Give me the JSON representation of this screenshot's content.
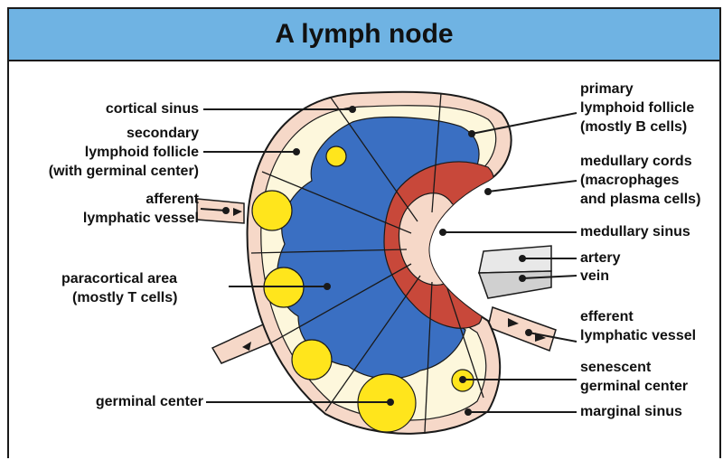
{
  "title": "A lymph node",
  "labels": {
    "cortical_sinus": "cortical sinus",
    "secondary_follicle": [
      "secondary",
      "lymphoid follicle",
      "(with germinal center)"
    ],
    "afferent_vessel": [
      "afferent",
      "lymphatic vessel"
    ],
    "paracortical_area": [
      "paracortical area",
      "(mostly T cells)"
    ],
    "germinal_center": "germinal center",
    "primary_follicle": [
      "primary",
      "lymphoid follicle",
      "(mostly B cells)"
    ],
    "medullary_cords": [
      "medullary cords",
      "(macrophages",
      "and plasma cells)"
    ],
    "medullary_sinus": "medullary sinus",
    "artery": "artery",
    "vein": "vein",
    "efferent_vessel": [
      "efferent",
      "lymphatic vessel"
    ],
    "senescent_center": [
      "senescent",
      "germinal center"
    ],
    "marginal_sinus": "marginal sinus"
  },
  "colors": {
    "title_bar": "#6fb3e3",
    "capsule": "#f6d8c8",
    "cortex": "#fdf7dc",
    "paracortex": "#3a6fc2",
    "medullary_cords": "#c8483a",
    "germinal_center": "#ffe51c",
    "outline": "#1a1a1a"
  }
}
